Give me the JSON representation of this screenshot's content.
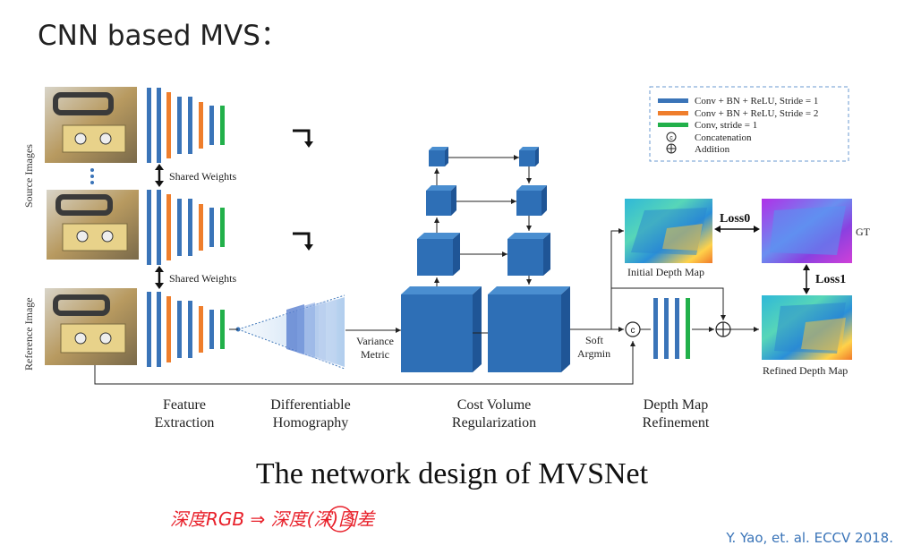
{
  "slide": {
    "title": "CNN based MVS：",
    "caption": "The network design of MVSNet",
    "citation": "Y. Yao, et. al. ECCV 2018.",
    "handwritten_note": "深度RGB ⇒ 深度(深)图差"
  },
  "diagram": {
    "side_labels": {
      "source": "Source Images",
      "reference": "Reference Image"
    },
    "shared_weights": "Shared Weights",
    "legend": {
      "items": [
        {
          "symbol": "bar",
          "color": "#3a74b8",
          "label": "Conv + BN + ReLU, Stride = 1"
        },
        {
          "symbol": "bar",
          "color": "#ef7e2c",
          "label": "Conv + BN + ReLU, Stride = 2"
        },
        {
          "symbol": "bar",
          "color": "#22b04a",
          "label": "Conv, stride = 1"
        },
        {
          "symbol": "circle-c",
          "label": "Concatenation"
        },
        {
          "symbol": "circle-plus",
          "label": "Addition"
        }
      ]
    },
    "variance_metric": [
      "Variance",
      "Metric"
    ],
    "soft_argmin": [
      "Soft",
      "Argmin"
    ],
    "loss0": "Loss0",
    "loss1": "Loss1",
    "gt": "GT",
    "initial_depth_map": "Initial Depth Map",
    "refined_depth_map": "Refined Depth Map",
    "stages": [
      {
        "line1": "Feature",
        "line2": "Extraction"
      },
      {
        "line1": "Differentiable",
        "line2": "Homography"
      },
      {
        "line1": "Cost Volume",
        "line2": "Regularization"
      },
      {
        "line1": "Depth Map",
        "line2": "Refinement"
      }
    ],
    "colors": {
      "blue": "#3a74b8",
      "orange": "#ef7e2c",
      "green": "#22b04a",
      "cube": "#2e6fb6",
      "cube_top": "#4a8ed0",
      "cube_side": "#1f5596",
      "handwriting": "#e8202a"
    }
  }
}
